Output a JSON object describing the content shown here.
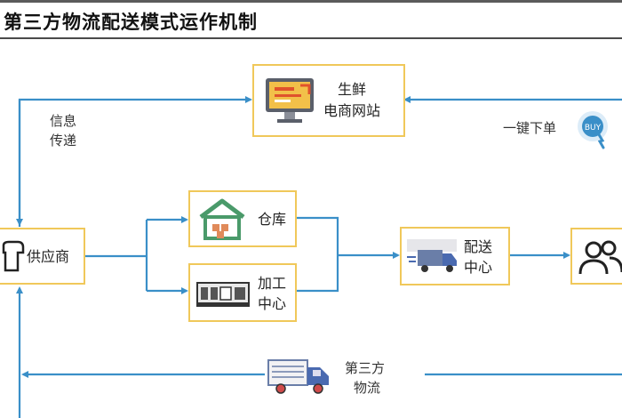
{
  "title": "第三方物流配送模式运作机制",
  "nodes": {
    "website": {
      "line1": "生鲜",
      "line2": "电商网站"
    },
    "supplier": {
      "label": "供应商"
    },
    "warehouse": {
      "label": "仓库"
    },
    "processing": {
      "line1": "加工",
      "line2": "中心"
    },
    "distribution": {
      "line1": "配送",
      "line2": "中心"
    },
    "consumer": {
      "label": ""
    }
  },
  "labels": {
    "info": {
      "line1": "信息",
      "line2": "传递"
    },
    "order": "一键下单",
    "third_party": {
      "line1": "第三方",
      "line2": "物流"
    }
  },
  "colors": {
    "arrow": "#3a8fc8",
    "box_border": "#f0c85a",
    "icon_green": "#4a9a6a"
  }
}
